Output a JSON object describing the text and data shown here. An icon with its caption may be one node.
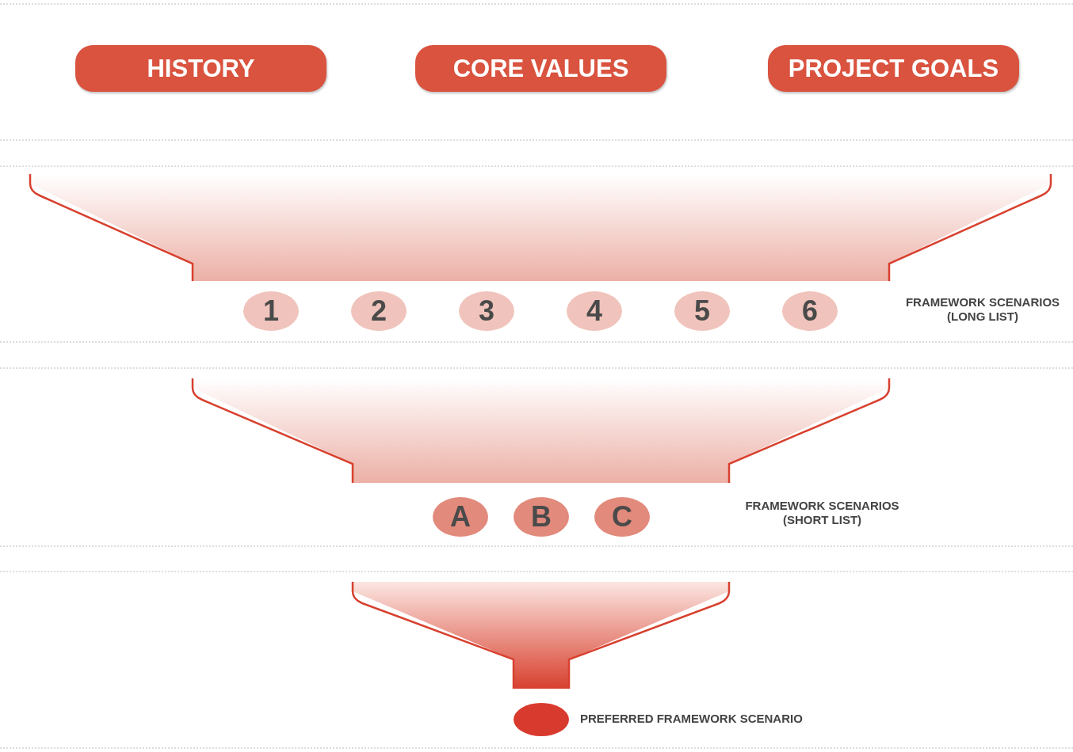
{
  "diagram": {
    "nodes": [
      {
        "text": [
          "HISTORY"
        ]
      },
      {
        "text": [
          "CORE VALUES"
        ]
      },
      {
        "text": [
          "PROJECT GOALS"
        ]
      },
      {
        "text": [
          "1"
        ]
      },
      {
        "text": [
          "2"
        ]
      },
      {
        "text": [
          "3"
        ]
      },
      {
        "text": [
          "4"
        ]
      },
      {
        "text": [
          "5"
        ]
      },
      {
        "text": [
          "6"
        ]
      },
      {
        "text": [
          "A"
        ]
      },
      {
        "text": [
          "B"
        ]
      },
      {
        "text": [
          "C"
        ]
      },
      {
        "text": [],
        "shape": "circle",
        "beside": [
          "PREFERRED FRAMEWORK SCENARIO"
        ]
      }
    ],
    "labels": [
      "FRAMEWORK SCENARIOS (LONG LIST)",
      "FRAMEWORK SCENARIOS (SHORT LIST)"
    ]
  }
}
